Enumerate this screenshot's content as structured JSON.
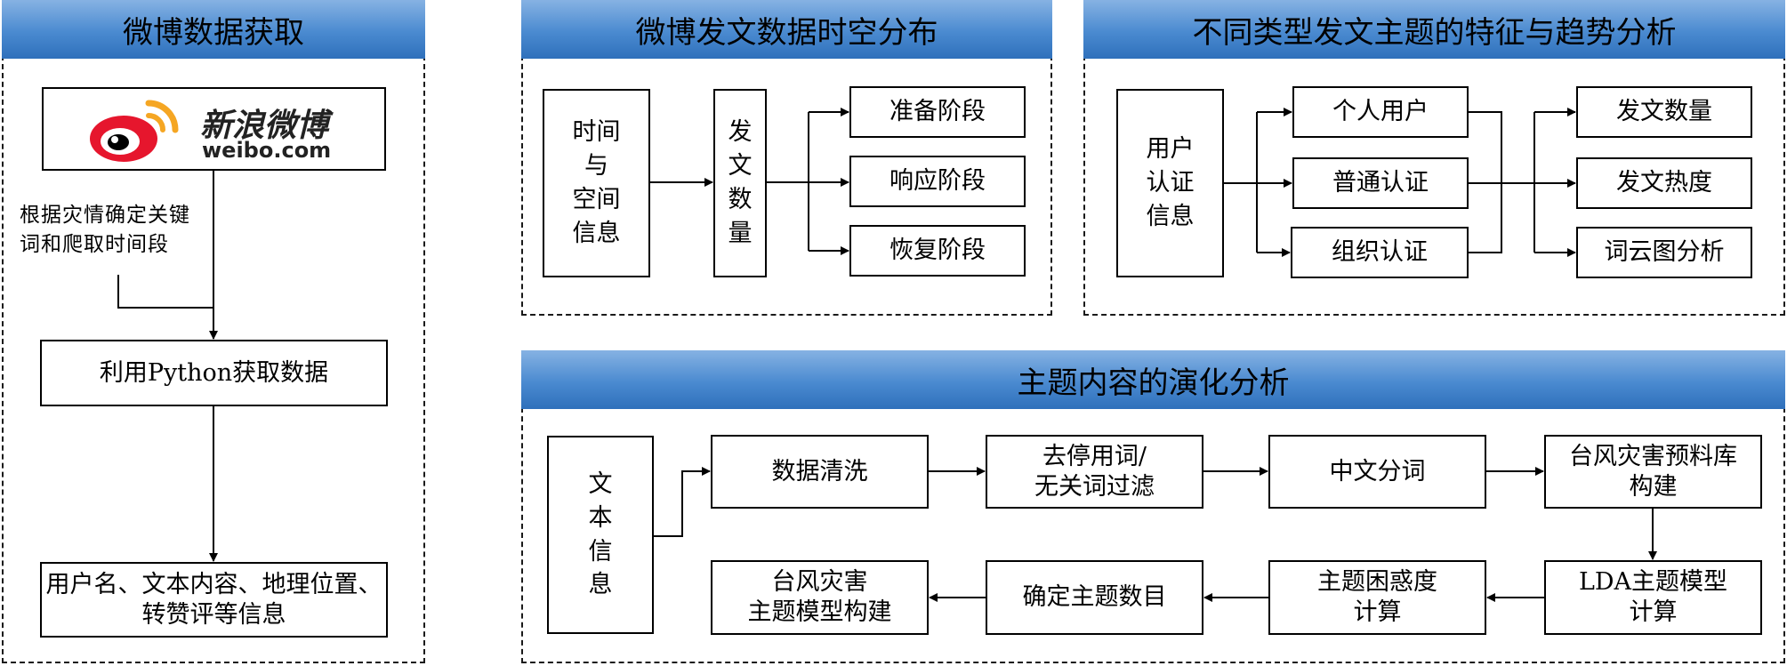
{
  "panels": {
    "acquisition": {
      "title": "微博数据获取",
      "logo": {
        "brand_cn": "新浪微博",
        "brand_en": "weibo.com"
      },
      "note": [
        "根据灾情确定关键",
        "词和爬取时间段"
      ],
      "step_python": "利用Python获取数据",
      "output": [
        "用户名、文本内容、地理位置、",
        "转赞评等信息"
      ]
    },
    "spatiotemporal": {
      "title": "微博发文数据时空分布",
      "input": [
        "时间",
        "与",
        "空间",
        "信息"
      ],
      "count": [
        "发",
        "文",
        "数",
        "量"
      ],
      "stages": [
        "准备阶段",
        "响应阶段",
        "恢复阶段"
      ]
    },
    "user_types": {
      "title": "不同类型发文主题的特征与趋势分析",
      "input": [
        "用户",
        "认证",
        "信息"
      ],
      "types": [
        "个人用户",
        "普通认证",
        "组织认证"
      ],
      "metrics": [
        "发文数量",
        "发文热度",
        "词云图分析"
      ]
    },
    "evolution": {
      "title": "主题内容的演化分析",
      "input": [
        "文",
        "本",
        "信",
        "息"
      ],
      "row1": [
        [
          "数据清洗"
        ],
        [
          "去停用词/",
          "无关词过滤"
        ],
        [
          "中文分词"
        ],
        [
          "台风灾害预料库",
          "构建"
        ]
      ],
      "row2": [
        [
          "LDA主题模型",
          "计算"
        ],
        [
          "主题困惑度",
          "计算"
        ],
        [
          "确定主题数目"
        ],
        [
          "台风灾害",
          "主题模型构建"
        ]
      ]
    }
  },
  "colors": {
    "banner_top": "#86b2e3",
    "banner_bottom": "#2f70bb",
    "line": "#000000"
  },
  "icons": {
    "weibo_logo": "weibo-eye-logo"
  }
}
